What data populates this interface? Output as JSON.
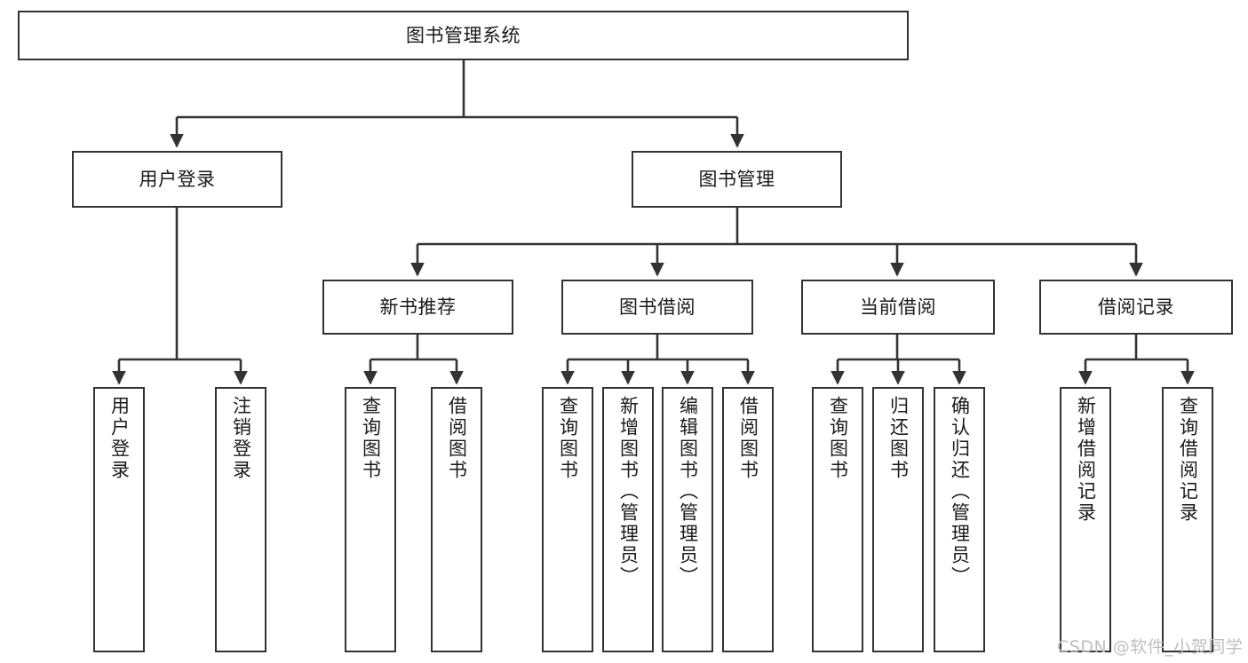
{
  "diagram": {
    "title": "图书管理系统",
    "type": "tree-hierarchy-chart",
    "colors": {
      "node_border": "#333333",
      "node_fill": "#ffffff",
      "edge": "#333333",
      "text": "#1a1a1a",
      "watermark": "#bfbfbf",
      "background": "#ffffff"
    },
    "root": {
      "id": "root",
      "label": "图书管理系统"
    },
    "level2": [
      {
        "id": "user-login",
        "label": "用户登录"
      },
      {
        "id": "book-management",
        "label": "图书管理"
      }
    ],
    "level3": [
      {
        "id": "new-book-recommend",
        "label": "新书推荐",
        "parent": "book-management"
      },
      {
        "id": "book-borrow",
        "label": "图书借阅",
        "parent": "book-management"
      },
      {
        "id": "current-borrow",
        "label": "当前借阅",
        "parent": "book-management"
      },
      {
        "id": "borrow-record",
        "label": "借阅记录",
        "parent": "book-management"
      }
    ],
    "leaves": {
      "user_login": [
        {
          "id": "leaf-user-login",
          "label": "用户登录"
        },
        {
          "id": "leaf-logout",
          "label": "注销登录"
        }
      ],
      "new_book_recommend": [
        {
          "id": "leaf-query-book-1",
          "label": "查询图书"
        },
        {
          "id": "leaf-borrow-book-1",
          "label": "借阅图书"
        }
      ],
      "book_borrow": [
        {
          "id": "leaf-query-book-2",
          "label": "查询图书"
        },
        {
          "id": "leaf-add-book",
          "label": "新增图书（管理员）"
        },
        {
          "id": "leaf-edit-book",
          "label": "编辑图书（管理员）"
        },
        {
          "id": "leaf-borrow-book-2",
          "label": "借阅图书"
        }
      ],
      "current_borrow": [
        {
          "id": "leaf-query-book-3",
          "label": "查询图书"
        },
        {
          "id": "leaf-return-book",
          "label": "归还图书"
        },
        {
          "id": "leaf-confirm-return",
          "label": "确认归还（管理员）"
        }
      ],
      "borrow_record": [
        {
          "id": "leaf-add-record",
          "label": "新增借阅记录"
        },
        {
          "id": "leaf-query-record",
          "label": "查询借阅记录"
        }
      ]
    }
  },
  "watermark": {
    "text": "CSDN @软件_小贺同学"
  }
}
